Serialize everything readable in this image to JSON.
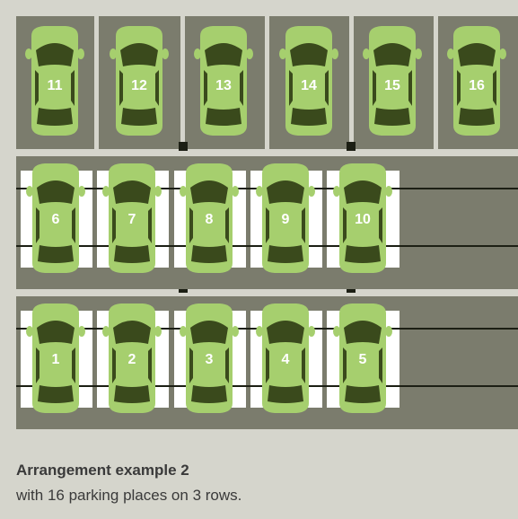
{
  "caption": {
    "title": "Arrangement example 2",
    "subtitle": "with 16 parking places on 3 rows."
  },
  "colors": {
    "background": "#d5d5cc",
    "asphalt": "#7b7c6d",
    "car_body": "#a6cf6e",
    "car_window": "#3a4a1c",
    "space_marking": "#ffffff",
    "lane_line": "#1c1f14"
  },
  "rows": [
    {
      "name": "top-row",
      "style": "perpendicular-bays",
      "cars": [
        "11",
        "12",
        "13",
        "14",
        "15",
        "16"
      ]
    },
    {
      "name": "middle-row",
      "style": "marked-bays",
      "cars": [
        "6",
        "7",
        "8",
        "9",
        "10"
      ]
    },
    {
      "name": "bottom-row",
      "style": "marked-bays",
      "cars": [
        "1",
        "2",
        "3",
        "4",
        "5"
      ]
    }
  ]
}
